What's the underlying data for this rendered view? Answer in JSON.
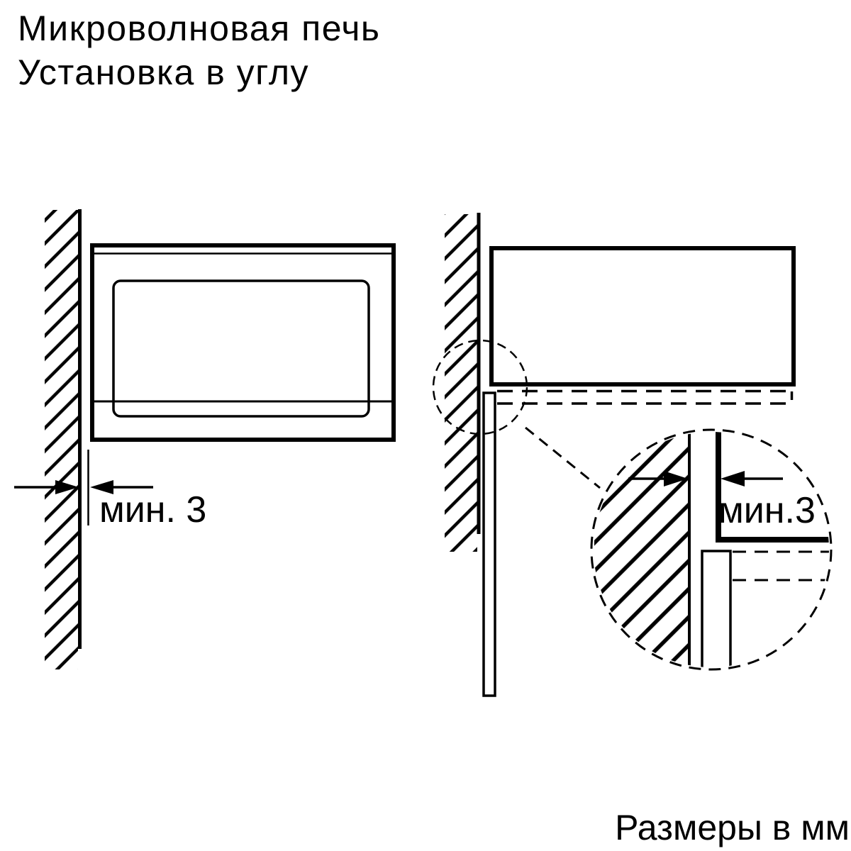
{
  "title": {
    "line1": "Микроволновая печь",
    "line2": "Установка в углу"
  },
  "front_view": {
    "clearance_label": "мин. 3"
  },
  "detail_view": {
    "clearance_label": "мин.3"
  },
  "footer": {
    "units_label": "Размеры в мм"
  },
  "colors": {
    "line_color": "#000000",
    "background": "#ffffff"
  }
}
